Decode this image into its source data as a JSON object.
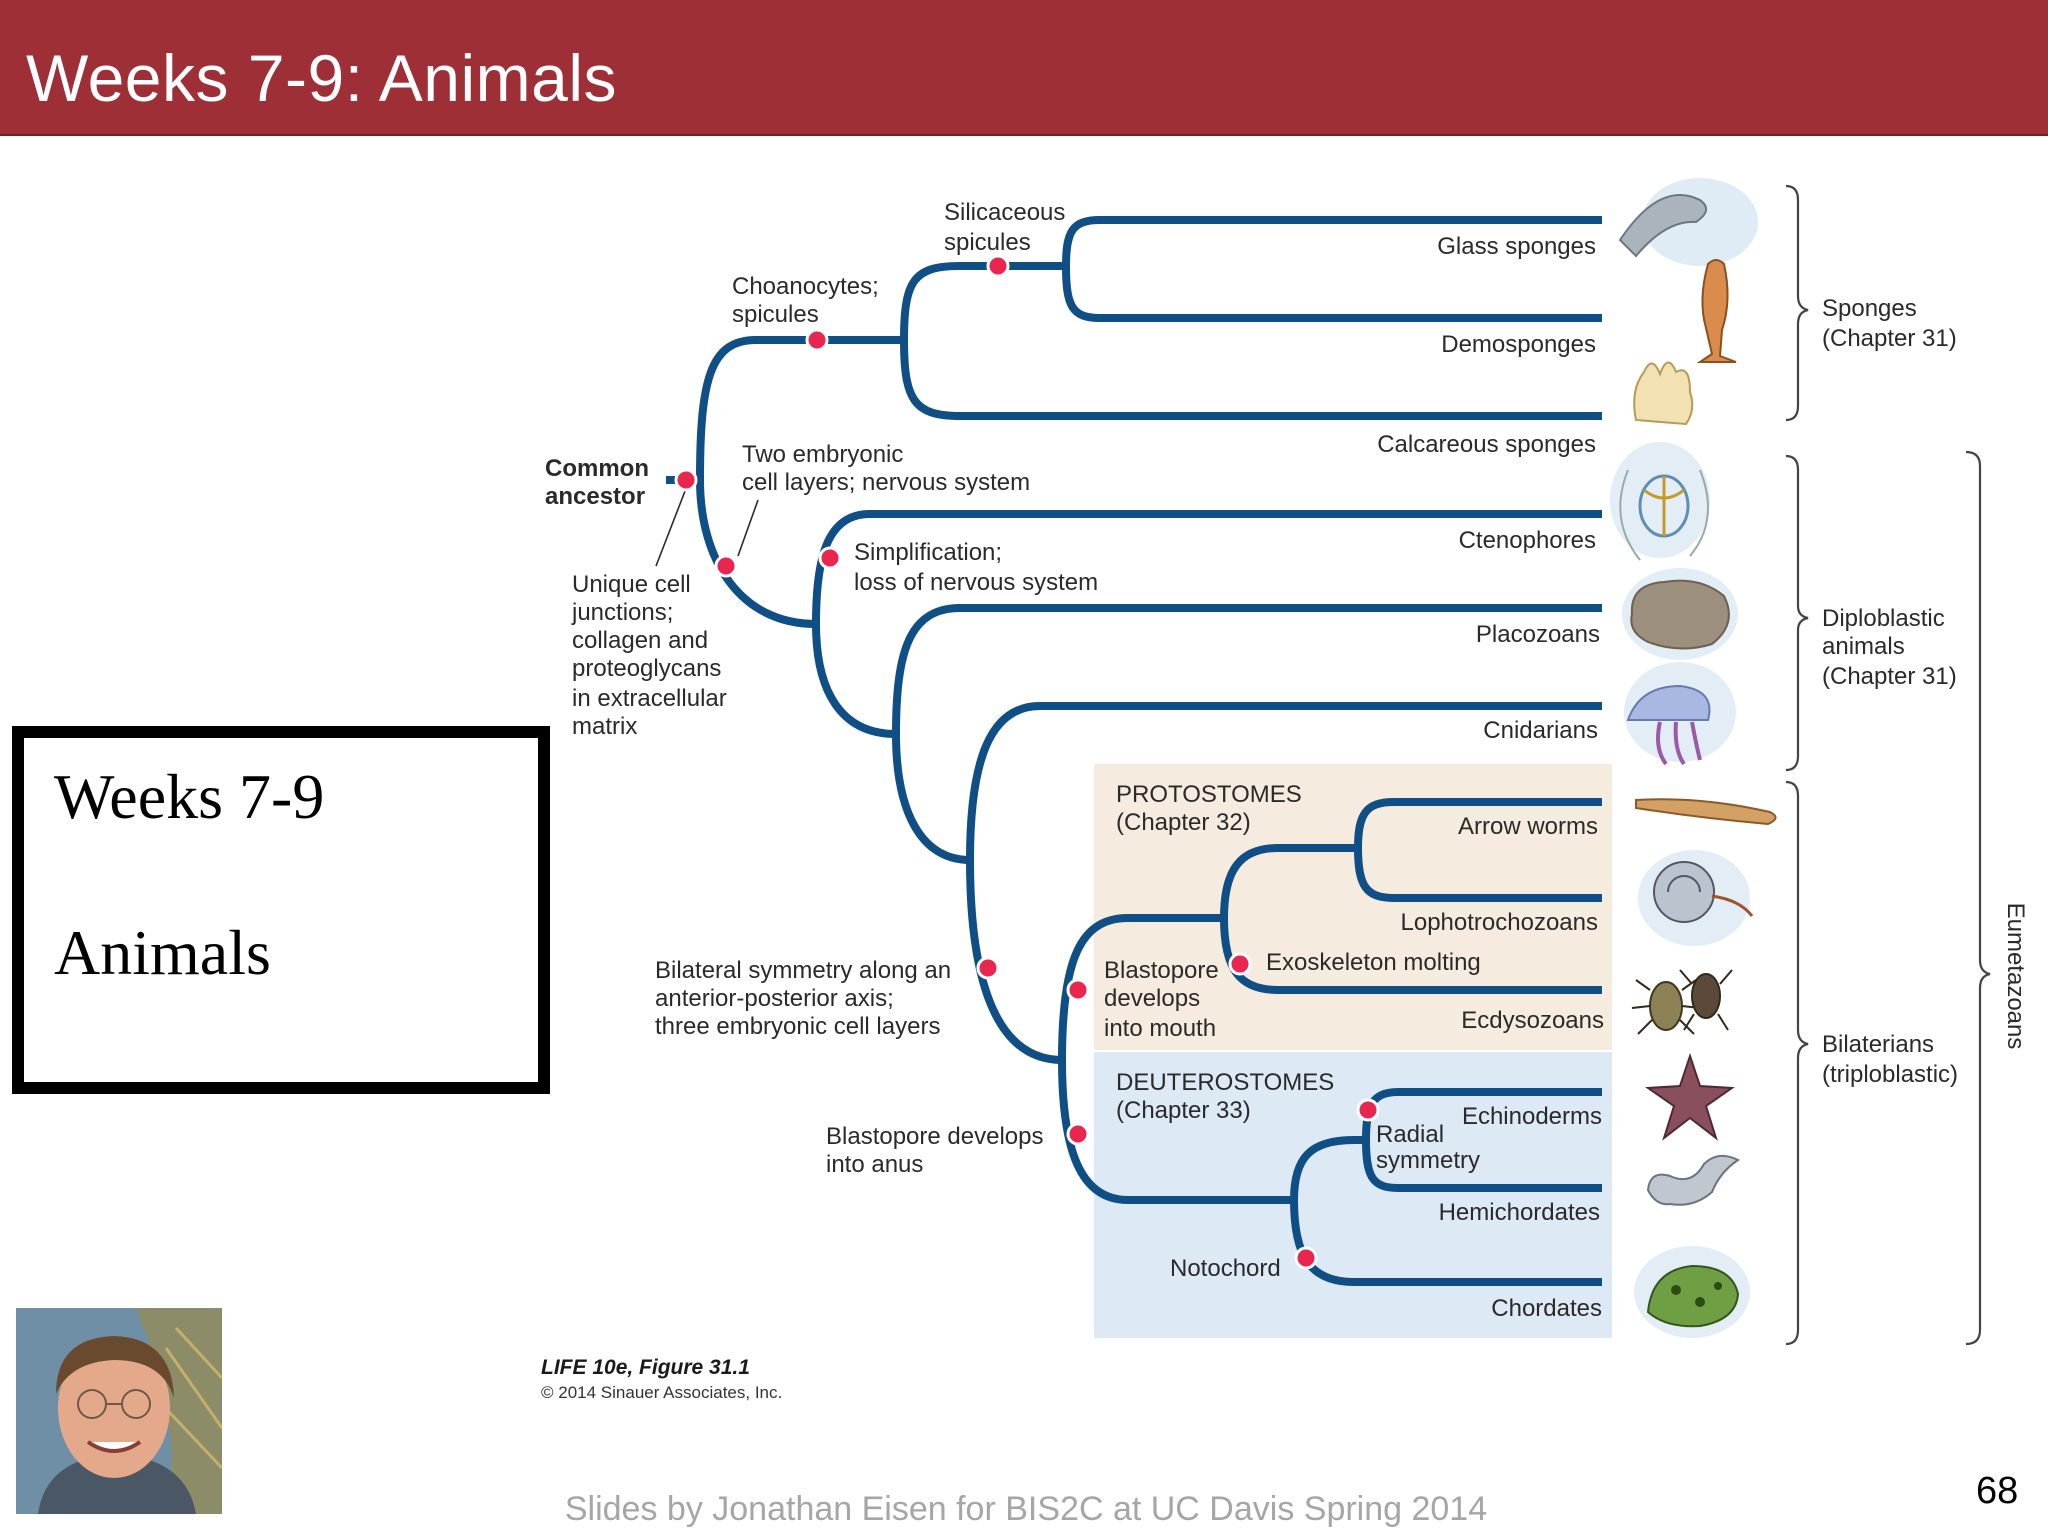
{
  "slide": {
    "title": "Weeks 7-9: Animals",
    "box_line1": "Weeks 7-9",
    "box_line2": "Animals",
    "footer": "Slides by Jonathan Eisen for BIS2C at UC Davis Spring 2014",
    "page_number": "68"
  },
  "diagram": {
    "root": [
      "Common",
      "ancestor"
    ],
    "taxa": {
      "glass": "Glass sponges",
      "demo": "Demosponges",
      "calc": "Calcareous sponges",
      "cteno": "Ctenophores",
      "placo": "Placozoans",
      "cnid": "Cnidarians",
      "arrow": "Arrow worms",
      "lopho": "Lophotrochozoans",
      "ecdy": "Ecdysozoans",
      "echino": "Echinoderms",
      "hemi": "Hemichordates",
      "chord": "Chordates"
    },
    "traits": {
      "silic": [
        "Silicaceous",
        "spicules"
      ],
      "choano": [
        "Choanocytes;",
        "spicules"
      ],
      "twolayers": [
        "Two embryonic",
        "cell layers; nervous system"
      ],
      "simpl": [
        "Simplification;",
        "loss of nervous system"
      ],
      "unique": [
        "Unique cell",
        "junctions;",
        "collagen and",
        "proteoglycans",
        "in extracellular",
        "matrix"
      ],
      "bilat": [
        "Bilateral symmetry along an",
        "anterior-posterior axis;",
        "three embryonic cell layers"
      ],
      "bpmouth": [
        "Blastopore",
        "develops",
        "into mouth"
      ],
      "exo": "Exoskeleton molting",
      "bpanus": [
        "Blastopore develops",
        "into anus"
      ],
      "radial": [
        "Radial",
        "symmetry"
      ],
      "noto": "Notochord"
    },
    "groups": {
      "proto": [
        "PROTOSTOMES",
        "(Chapter 32)"
      ],
      "deut": [
        "DEUTEROSTOMES",
        "(Chapter 33)"
      ]
    },
    "brackets": {
      "sponges": [
        "Sponges",
        "(Chapter 31)"
      ],
      "diplo": [
        "Diploblastic",
        "animals",
        "(Chapter 31)"
      ],
      "bilat": [
        "Bilaterians",
        "(triploblastic)"
      ],
      "eumeta": "Eumetazoans"
    },
    "credit": {
      "title": "LIFE 10e, Figure 31.1",
      "copyright": "© 2014 Sinauer Associates, Inc."
    },
    "colors": {
      "branch": "#0f4f85",
      "marker": "#e8264f",
      "protostome_bg": "#f6ebdf",
      "deuterostome_bg": "#dde9f4",
      "title_bar": "#9f2f37"
    }
  }
}
